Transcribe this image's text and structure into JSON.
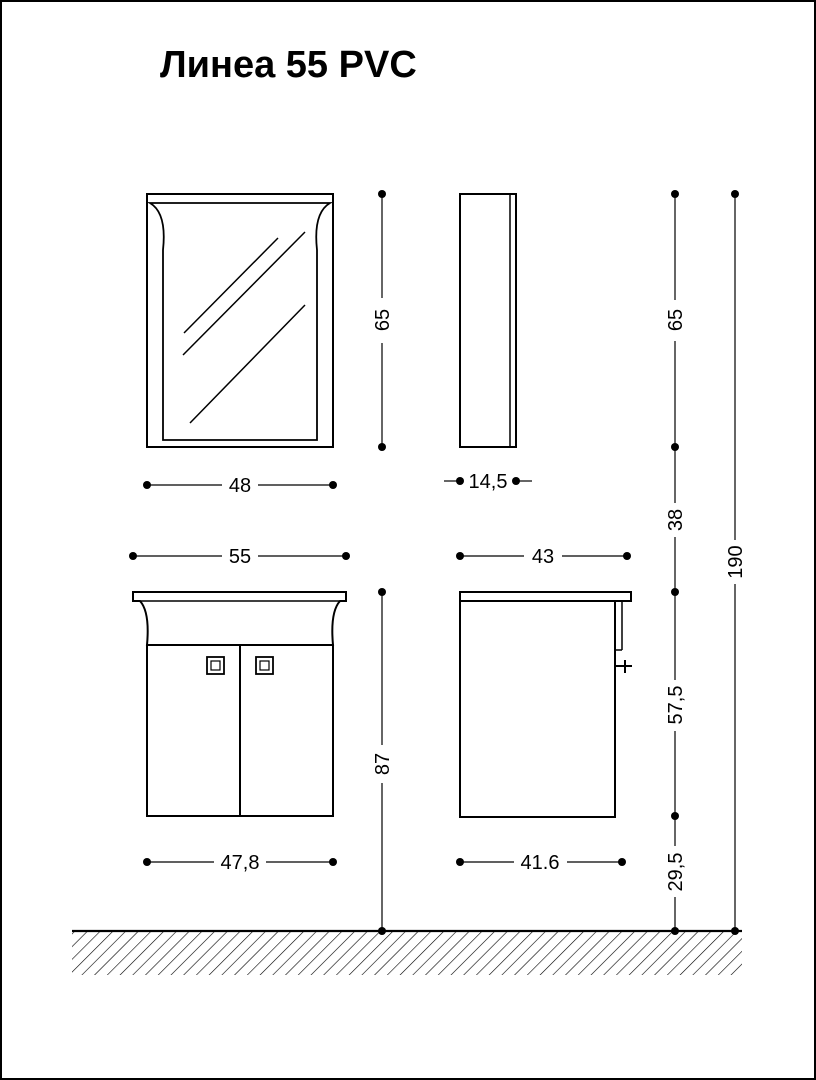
{
  "title": "Линеа 55 PVC",
  "dimensions": {
    "mirror_height": "65",
    "mirror_width": "48",
    "mirror_depth": "14,5",
    "side_mirror_height": "65",
    "gap": "38",
    "total_height": "190",
    "vanity_top_width": "55",
    "vanity_depth_top": "43",
    "vanity_height": "87",
    "vanity_body_width": "47,8",
    "vanity_body_depth": "41.6",
    "cabinet_height": "57,5",
    "leg_height": "29,5"
  }
}
